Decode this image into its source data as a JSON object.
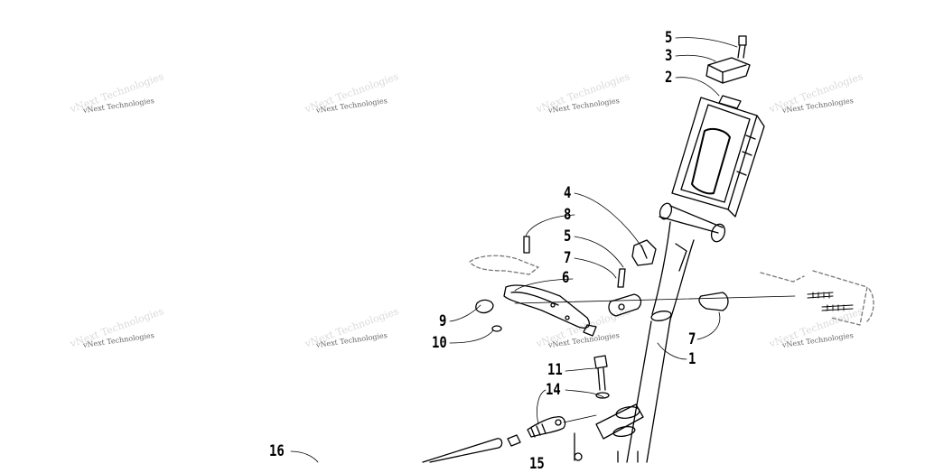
{
  "watermark": {
    "text": "vNext Technologies"
  },
  "callouts": [
    {
      "id": "c5a",
      "text": "5"
    },
    {
      "id": "c3",
      "text": "3"
    },
    {
      "id": "c2",
      "text": "2"
    },
    {
      "id": "c4",
      "text": "4"
    },
    {
      "id": "c8",
      "text": "8"
    },
    {
      "id": "c5b",
      "text": "5"
    },
    {
      "id": "c7a",
      "text": "7"
    },
    {
      "id": "c6",
      "text": "6"
    },
    {
      "id": "c9",
      "text": "9"
    },
    {
      "id": "c10",
      "text": "10"
    },
    {
      "id": "c7b",
      "text": "7"
    },
    {
      "id": "c1",
      "text": "1"
    },
    {
      "id": "c11",
      "text": "11"
    },
    {
      "id": "c14",
      "text": "14"
    },
    {
      "id": "c16",
      "text": "16"
    },
    {
      "id": "c15",
      "text": "15"
    }
  ],
  "colors": {
    "ink": "#000000",
    "background": "#ffffff",
    "watermark": "#666666"
  }
}
